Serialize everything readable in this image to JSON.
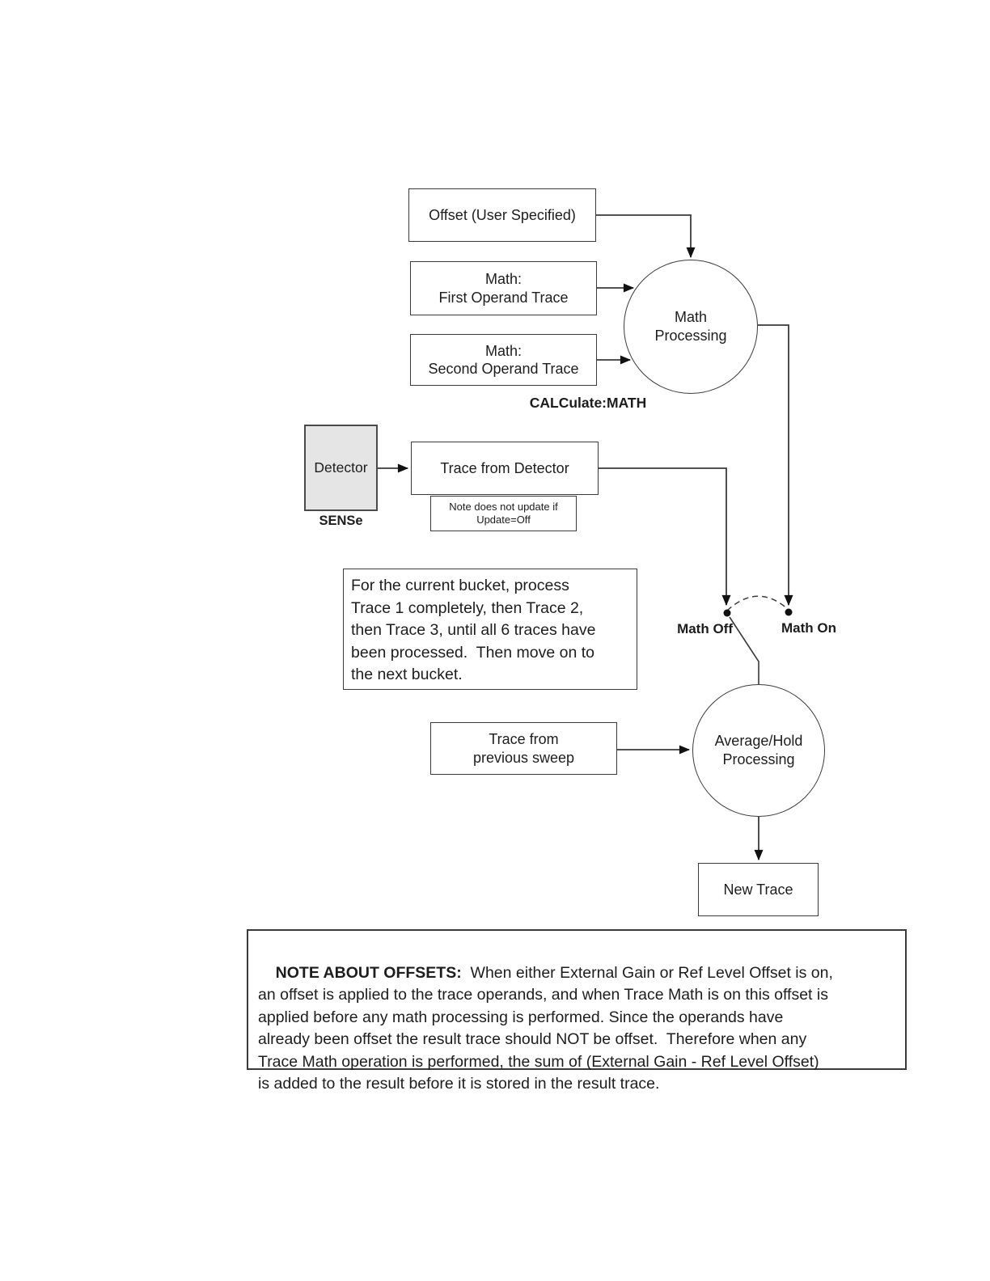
{
  "diagram": {
    "boxes": {
      "offset": {
        "label": "Offset (User Specified)"
      },
      "math_first": {
        "line1": "Math:",
        "line2": "First Operand Trace"
      },
      "math_second": {
        "line1": "Math:",
        "line2": "Second Operand Trace"
      },
      "detector": {
        "label": "Detector"
      },
      "trace_from_detector": {
        "label": "Trace from Detector"
      },
      "update_note": {
        "line1": "Note does not update if",
        "line2": "Update=Off"
      },
      "bucket_note": {
        "text": "For the current bucket, process\nTrace 1 completely, then Trace 2,\nthen Trace 3, until all 6 traces have\nbeen processed.  Then move on to\nthe next bucket."
      },
      "prev_sweep": {
        "line1": "Trace from",
        "line2": "previous sweep"
      },
      "new_trace": {
        "label": "New Trace"
      }
    },
    "circles": {
      "math_processing": {
        "line1": "Math",
        "line2": "Processing"
      },
      "avg_hold": {
        "line1": "Average/Hold",
        "line2": "Processing"
      }
    },
    "labels": {
      "calculate_math": "CALCulate:MATH",
      "sense": "SENSe",
      "math_off": "Math Off",
      "math_on": "Math On"
    },
    "offsets_note": {
      "lead": "NOTE ABOUT OFFSETS:",
      "body": "  When either External Gain or Ref Level Offset is on,\nan offset is applied to the trace operands, and when Trace Math is on this offset is\napplied before any math processing is performed. Since the operands have\nalready been offset the result trace should NOT be offset.  Therefore when any\nTrace Math operation is performed, the sum of (External Gain - Ref Level Offset)\nis added to the result before it is stored in the result trace."
    },
    "colors": {
      "line": "#3a3a3a",
      "box_border": "#3a3a3a",
      "detector_fill": "#e5e5e5",
      "text": "#1d1d1d",
      "background": "#ffffff"
    }
  }
}
